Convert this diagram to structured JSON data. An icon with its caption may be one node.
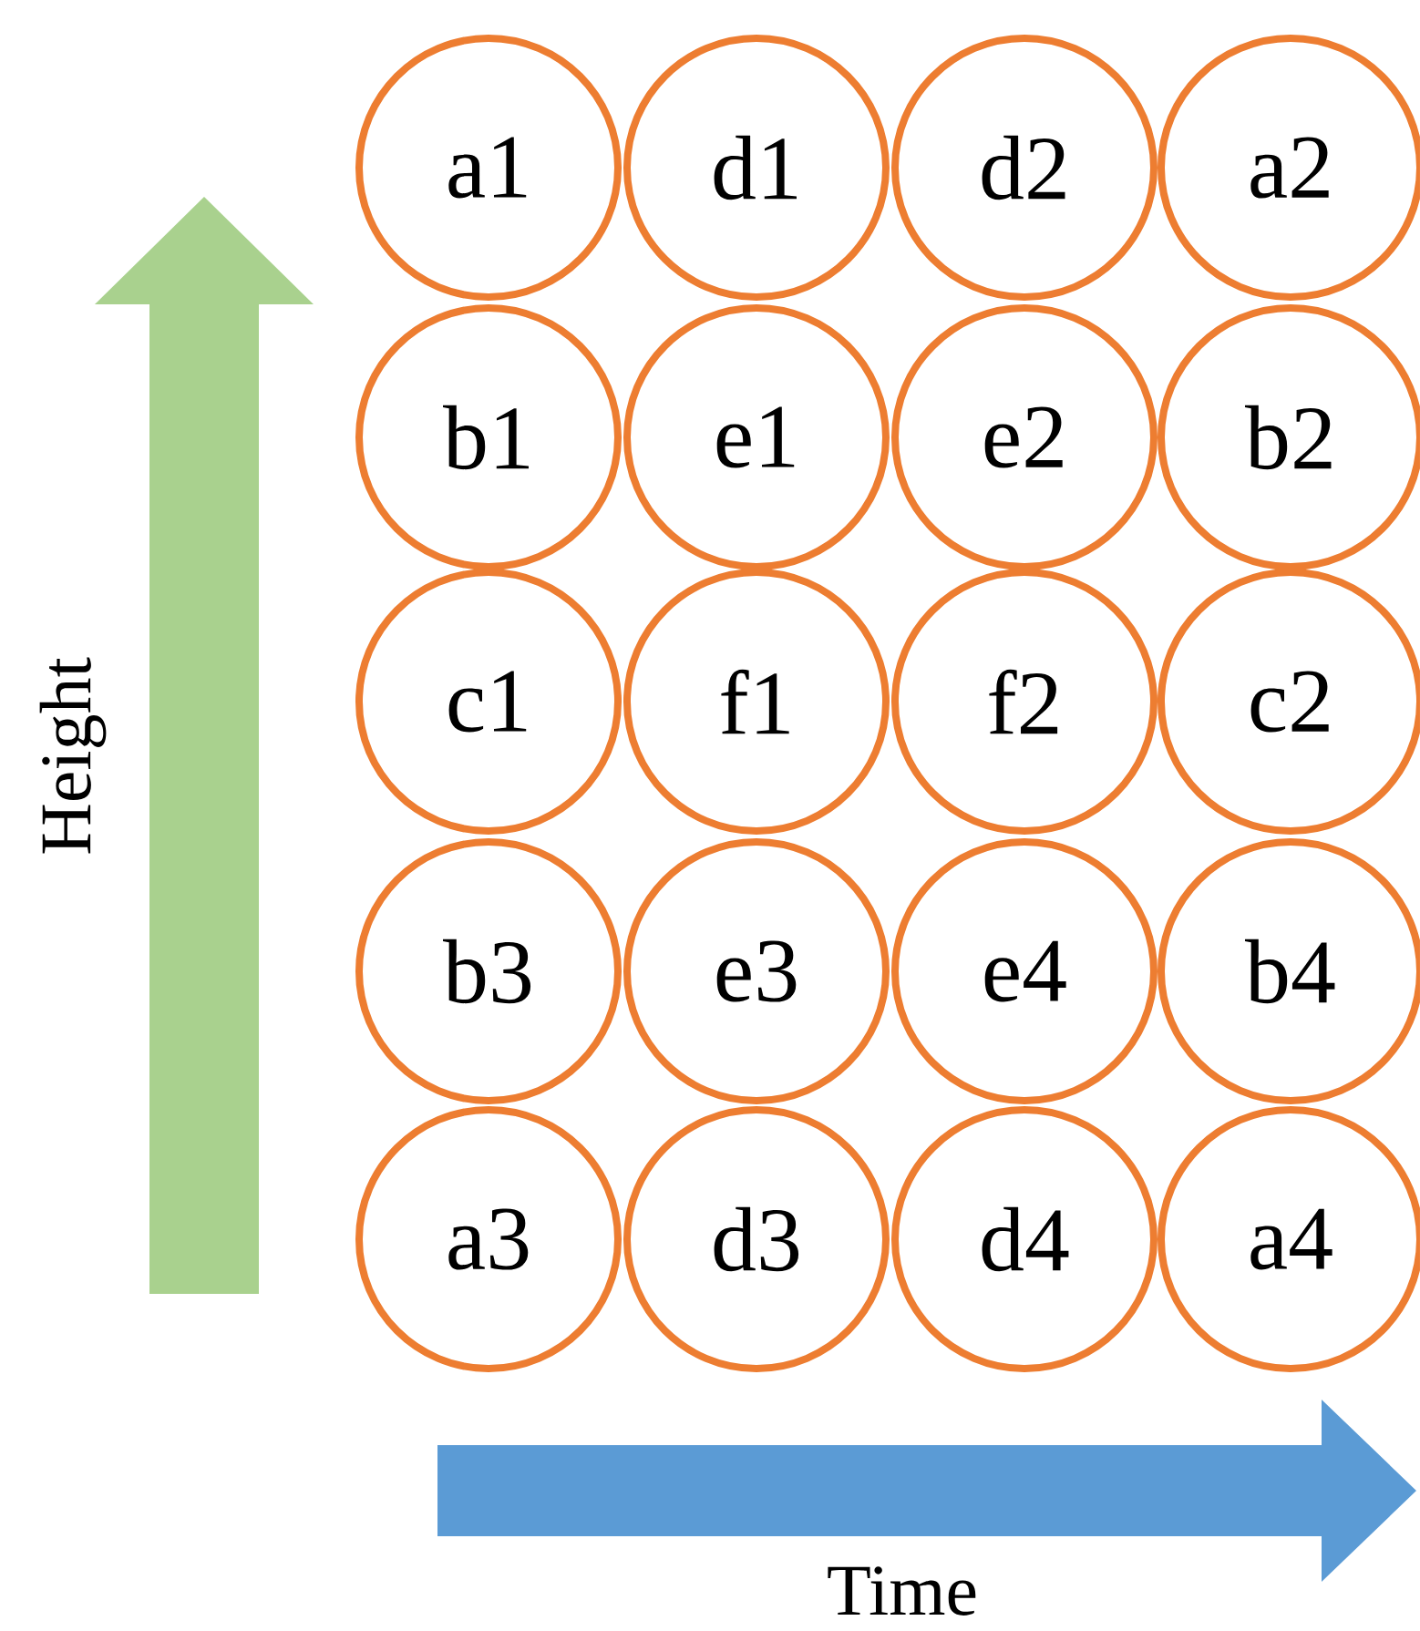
{
  "diagram": {
    "nodes": [
      {
        "text": [
          "a1"
        ]
      },
      {
        "text": [
          "d1"
        ]
      },
      {
        "text": [
          "d2"
        ]
      },
      {
        "text": [
          "a2"
        ]
      },
      {
        "text": [
          "b1"
        ]
      },
      {
        "text": [
          "e1"
        ]
      },
      {
        "text": [
          "e2"
        ]
      },
      {
        "text": [
          "b2"
        ]
      },
      {
        "text": [
          "c1"
        ]
      },
      {
        "text": [
          "f1"
        ]
      },
      {
        "text": [
          "f2"
        ]
      },
      {
        "text": [
          "c2"
        ]
      },
      {
        "text": [
          "b3"
        ]
      },
      {
        "text": [
          "e3"
        ]
      },
      {
        "text": [
          "e4"
        ]
      },
      {
        "text": [
          "b4"
        ]
      },
      {
        "text": [
          "a3"
        ]
      },
      {
        "text": [
          "d3"
        ]
      },
      {
        "text": [
          "d4"
        ]
      },
      {
        "text": [
          "a4"
        ]
      }
    ],
    "labels": [
      "Height",
      "Time"
    ]
  }
}
